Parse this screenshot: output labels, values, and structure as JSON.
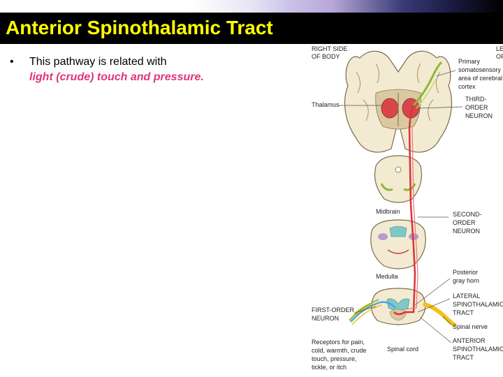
{
  "slide": {
    "title": "Anterior Spinothalamic Tract",
    "bullet_text": "This pathway is related with",
    "bullet_emphasis": "light (crude) touch and pressure."
  },
  "diagram": {
    "labels": {
      "right_side_1": "RIGHT SIDE",
      "right_side_2": "OF BODY",
      "left_side_1": "LE",
      "left_side_2": "OF",
      "primary_1": "Primary",
      "primary_2": "somatosensory",
      "primary_3": "area of cerebral",
      "primary_4": "cortex",
      "thalamus": "Thalamus",
      "third_1": "THIRD-",
      "third_2": "ORDER",
      "third_3": "NEURON",
      "midbrain": "Midbrain",
      "second_1": "SECOND-",
      "second_2": "ORDER",
      "second_3": "NEURON",
      "medulla": "Medulla",
      "posterior_1": "Posterior",
      "posterior_2": "gray horn",
      "lateral_1": "LATERAL",
      "lateral_2": "SPINOTHALAMIC",
      "lateral_3": "TRACT",
      "first_1": "FIRST-ORDER",
      "first_2": "NEURON",
      "spinal_nerve": "Spinal nerve",
      "anterior_1": "ANTERIOR",
      "anterior_2": "SPINOTHALAMIC",
      "anterior_3": "TRACT",
      "receptors_1": "Receptors for pain,",
      "receptors_2": "cold, warmth, crude",
      "receptors_3": "touch, pressure,",
      "receptors_4": "tickle, or itch",
      "spinal_cord": "Spinal cord"
    },
    "colors": {
      "tract": "#d8343a",
      "brain_tissue": "#f3ead2",
      "gray_matter": "#d9c8a0",
      "thalamus": "#d8454a",
      "pathway_green": "#8fb43c",
      "nerve_yellow": "#f2c21a",
      "receptor_blue": "#4aa6d8"
    }
  }
}
